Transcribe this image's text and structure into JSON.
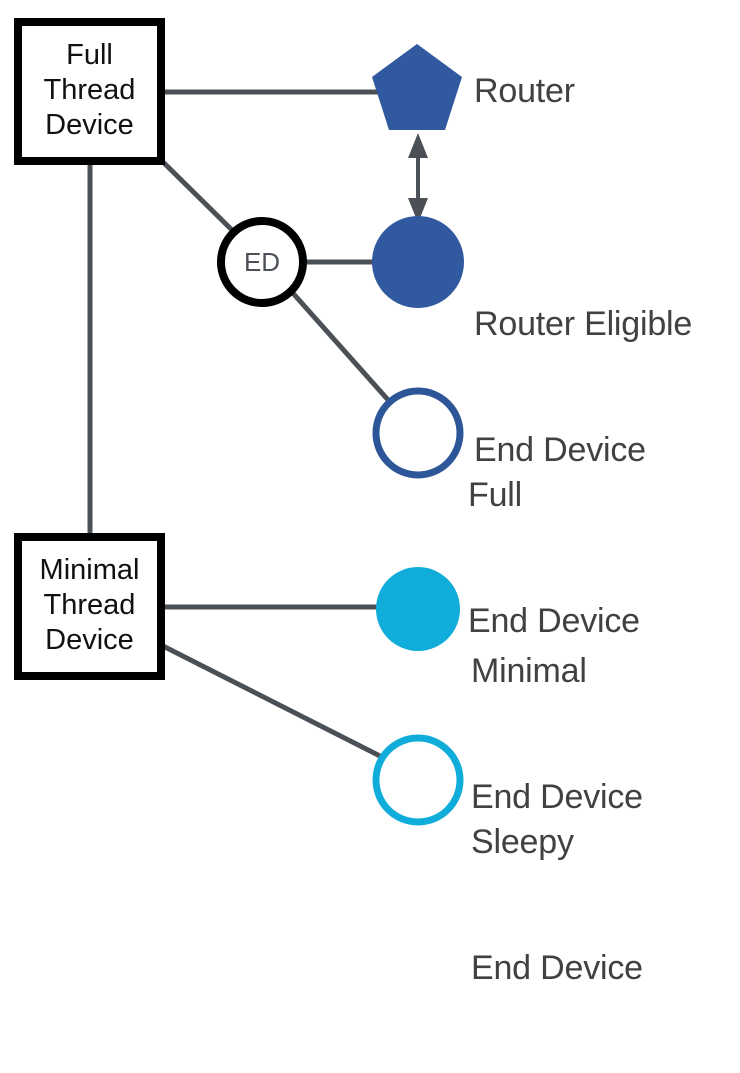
{
  "diagram": {
    "title": "Thread Device Types",
    "type": "node-link-taxonomy",
    "background": "#ffffff",
    "colors": {
      "blue": "#30599F",
      "cyan": "#10ADDA",
      "line": "#4a5055",
      "box_border": "#000000",
      "label_text": "#414042",
      "box_text": "#111111",
      "ed_text": "#4a5055",
      "white": "#ffffff"
    },
    "categories": [
      {
        "id": "full-thread-device",
        "label": "Full\nThread\nDevice",
        "shape": "square-outline"
      },
      {
        "id": "minimal-thread-device",
        "label": "Minimal\nThread\nDevice",
        "shape": "square-outline"
      }
    ],
    "intermediate_nodes": [
      {
        "id": "ed",
        "label": "ED",
        "shape": "circle-outline-black"
      }
    ],
    "nodes": [
      {
        "id": "router",
        "label": "Router",
        "label_lines": [
          "Router"
        ],
        "shape": "pentagon",
        "fill": "#30599F",
        "stroke": "none"
      },
      {
        "id": "router-eligible-end-device",
        "label": "Router Eligible End Device",
        "label_lines": [
          "Router Eligible",
          "End Device"
        ],
        "shape": "circle-filled",
        "fill": "#30599F",
        "stroke": "none"
      },
      {
        "id": "full-end-device",
        "label": "Full End Device",
        "label_lines": [
          "Full",
          "End Device"
        ],
        "shape": "circle-outline",
        "fill": "#ffffff",
        "stroke": "#2D5699"
      },
      {
        "id": "minimal-end-device",
        "label": "Minimal End Device",
        "label_lines": [
          "Minimal",
          "End Device"
        ],
        "shape": "circle-filled",
        "fill": "#10ADDA",
        "stroke": "none"
      },
      {
        "id": "sleepy-end-device",
        "label": "Sleepy End Device",
        "label_lines": [
          "Sleepy",
          "End Device"
        ],
        "shape": "circle-outline",
        "fill": "#ffffff",
        "stroke": "#10ADDA"
      }
    ],
    "connections": [
      {
        "from": "full-thread-device",
        "to": "router",
        "style": "plain"
      },
      {
        "from": "full-thread-device",
        "to": "ed",
        "style": "plain"
      },
      {
        "from": "full-thread-device",
        "to": "minimal-thread-device",
        "style": "plain"
      },
      {
        "from": "ed",
        "to": "router-eligible-end-device",
        "style": "plain"
      },
      {
        "from": "ed",
        "to": "full-end-device",
        "style": "plain"
      },
      {
        "from": "minimal-thread-device",
        "to": "minimal-end-device",
        "style": "plain"
      },
      {
        "from": "minimal-thread-device",
        "to": "sleepy-end-device",
        "style": "plain"
      },
      {
        "from": "router",
        "to": "router-eligible-end-device",
        "style": "double-arrow"
      }
    ]
  }
}
